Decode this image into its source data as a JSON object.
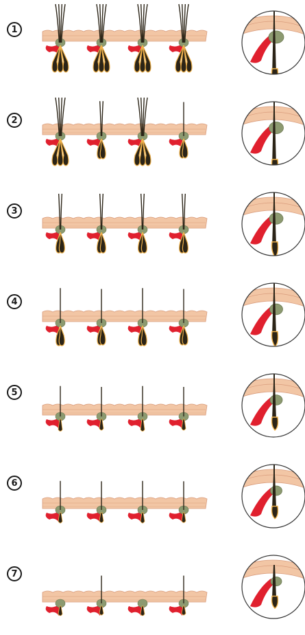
{
  "stages": [
    {
      "label": "1",
      "hairs": [
        4,
        4,
        4,
        4
      ],
      "bulbs": [
        1,
        1,
        1,
        1
      ]
    },
    {
      "label": "2",
      "hairs": [
        4,
        2,
        4,
        1
      ],
      "bulbs": [
        1,
        0.55,
        1,
        0.5
      ]
    },
    {
      "label": "3",
      "hairs": [
        2,
        2,
        2,
        2
      ],
      "bulbs": [
        0.6,
        0.6,
        0.6,
        0.6
      ]
    },
    {
      "label": "4",
      "hairs": [
        1,
        1,
        1,
        1
      ],
      "bulbs": [
        0.55,
        0.5,
        0.55,
        0.5
      ]
    },
    {
      "label": "5",
      "hairs": [
        1,
        1,
        1,
        1
      ],
      "bulbs": [
        0.3,
        0.25,
        0.3,
        0.25
      ]
    },
    {
      "label": "6",
      "hairs": [
        1,
        1,
        1,
        1
      ],
      "bulbs": [
        0.22,
        0.2,
        0.22,
        0.2
      ]
    },
    {
      "label": "7",
      "hairs": [
        0,
        1,
        0,
        1
      ],
      "bulbs": [
        0.18,
        0.15,
        0.18,
        0.15
      ]
    }
  ],
  "colors": {
    "skin": "#f2c6a5",
    "skin_line": "#d99c7c",
    "dermis": "#f7dcc6",
    "gland": "#8c9a70",
    "muscle": "#e0202e",
    "hair": "#2b2417",
    "bulb": "#2b2417",
    "bulb_rim": "#f0b24b",
    "circle_border": "#333333"
  }
}
